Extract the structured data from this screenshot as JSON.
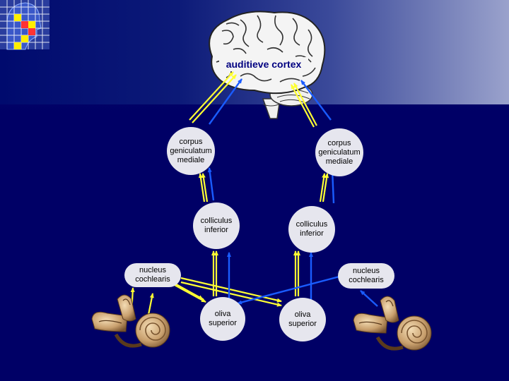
{
  "colors": {
    "background": "#000066",
    "ascending_arrow": "#ffff33",
    "descending_arrow": "#1a5cff",
    "node_fill": "#e6e6ee",
    "cortex_label_text": "#000080"
  },
  "logo": {
    "icon": "head-grid-logo-icon"
  },
  "brain": {
    "icon": "brain-icon",
    "label": "auditieve cortex"
  },
  "nodes": {
    "cgm_left": "corpus\ngeniculatum\nmediale",
    "cgm_right": "corpus\ngeniculatum\nmediale",
    "ci_left": "colliculus\ninferior",
    "ci_right": "colliculus\ninferior",
    "nc_left": "nucleus\ncochlearis",
    "nc_right": "nucleus\ncochlearis",
    "os_left": "oliva\nsuperior",
    "os_right": "oliva\nsuperior"
  },
  "ears": {
    "left_icon": "cochlea-icon",
    "right_icon": "cochlea-icon"
  }
}
